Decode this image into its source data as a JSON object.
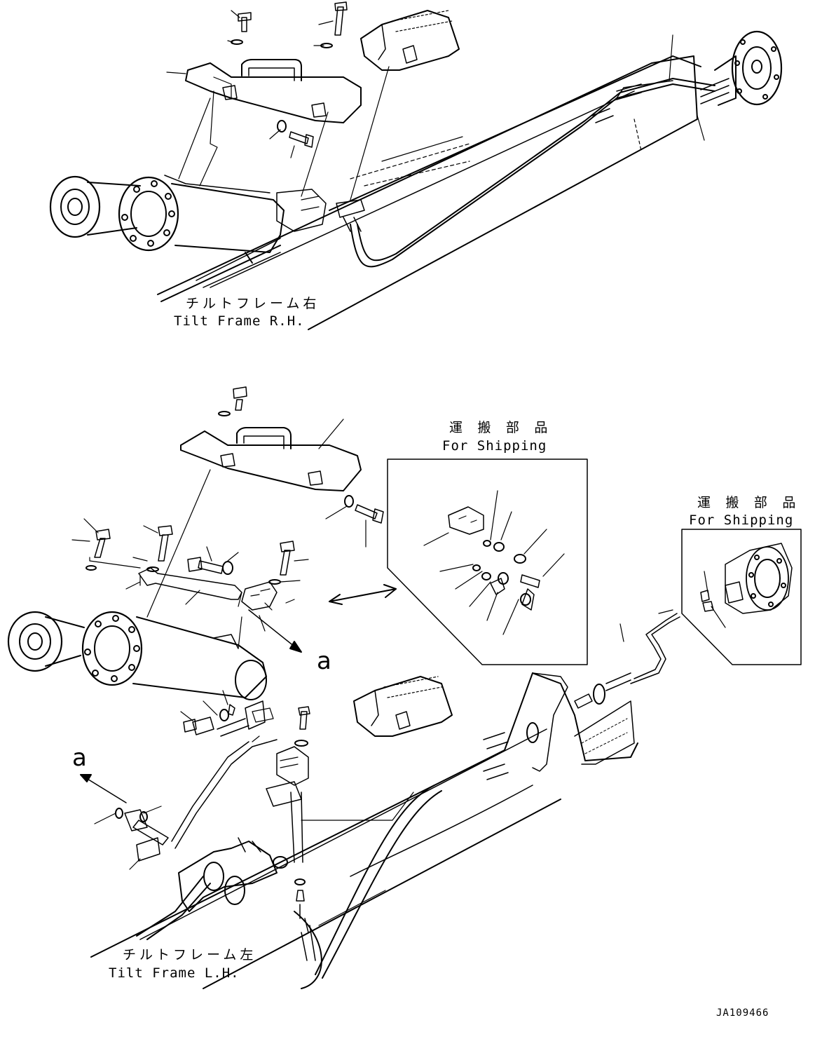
{
  "labels": {
    "tilt_rh_jp": "チルトフレーム右",
    "tilt_rh_en": "Tilt Frame R.H.",
    "tilt_lh_jp": "チルトフレーム左",
    "tilt_lh_en": "Tilt Frame L.H.",
    "shipping1_jp": "運 搬 部 品",
    "shipping1_en": "For Shipping",
    "shipping2_jp": "運 搬 部 品",
    "shipping2_en": "For Shipping",
    "view_a_top": "a",
    "view_a_bottom": "a",
    "drawing_code": "JA109466"
  }
}
